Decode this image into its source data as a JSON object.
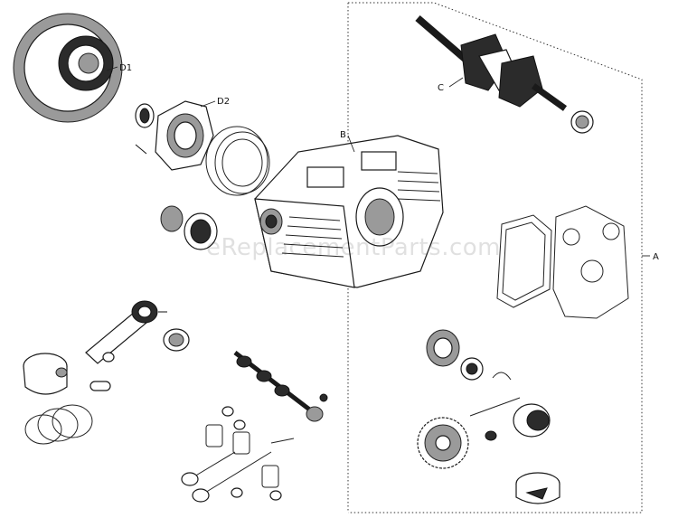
{
  "watermark": "eReplacementParts.com",
  "callouts": {
    "a": "A",
    "b": "B",
    "c": "C",
    "d1": "D1",
    "d2": "D2"
  }
}
